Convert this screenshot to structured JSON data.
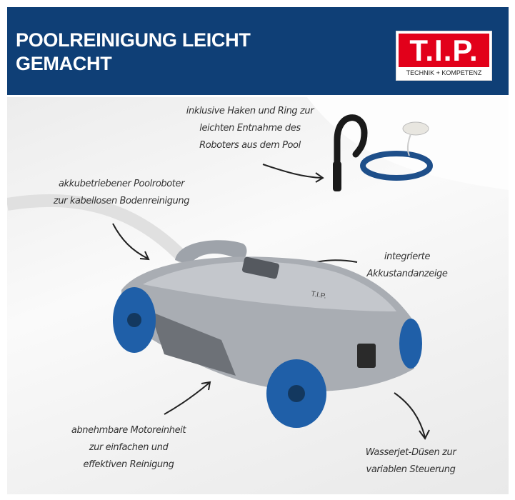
{
  "header": {
    "title_line1": "POOLREINIGUNG LEICHT",
    "title_line2": "GEMACHT",
    "logo_text": "T.I.P.",
    "logo_tagline": "TECHNIK + KOMPETENZ",
    "background_color": "#0f3f76",
    "logo_color": "#e2001a"
  },
  "annotations": {
    "hook_ring": [
      "inklusive Haken und Ring zur",
      "leichten Entnahme des",
      "Roboters aus dem Pool"
    ],
    "battery": [
      "akkubetriebener Poolroboter",
      "zur kabellosen Bodenreinigung"
    ],
    "display": [
      "integrierte",
      "Akkustandanzeige"
    ],
    "motor": [
      "abnehmbare Motoreinheit",
      "zur einfachen und",
      "effektiven Reinigung"
    ],
    "jets": [
      "Wasserjet-Düsen zur",
      "variablen Steuerung"
    ]
  },
  "product": {
    "robot_label": "T.I.P.",
    "wheel_color": "#1f5fa8"
  }
}
